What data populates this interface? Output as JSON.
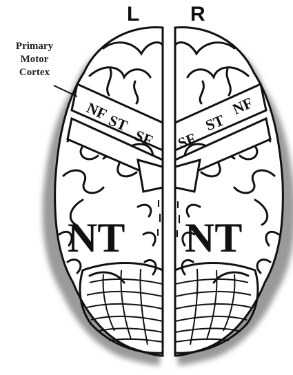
{
  "hemispheres": {
    "left_label": "L",
    "right_label": "R"
  },
  "callout": {
    "lines": [
      "Primary",
      "Motor",
      "Cortex"
    ]
  },
  "regions": {
    "left": {
      "nf": "NF",
      "st": "ST",
      "sf": "SF",
      "nt": "NT"
    },
    "right": {
      "nf": "NF",
      "st": "ST",
      "sf": "SF",
      "nt": "NT"
    }
  },
  "colors": {
    "ink": "#111111",
    "band_fill": "#ffffff",
    "shadow": "#9a9a9a",
    "background": "#ffffff"
  }
}
